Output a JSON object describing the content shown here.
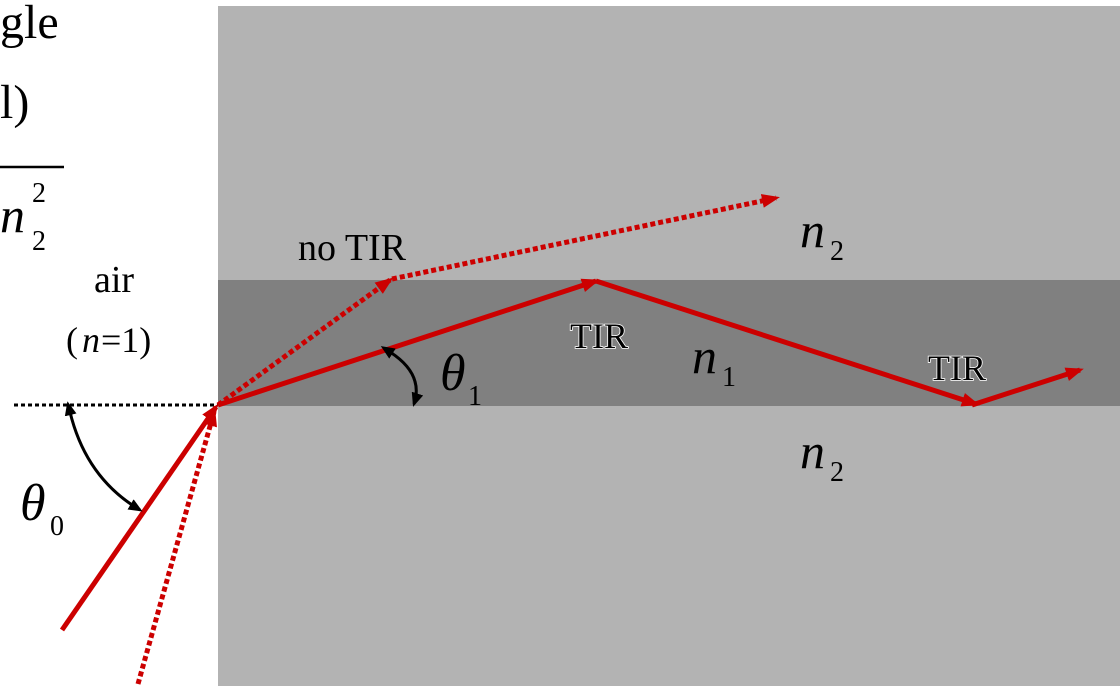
{
  "left_text": {
    "fragment_top": "gle",
    "fragment_paren": "l)",
    "fragment_n": "n",
    "fragment_n_sub": "2",
    "fragment_n_sup": "2"
  },
  "labels": {
    "no_tir": "no TIR",
    "air": "air",
    "air_index_open": "(",
    "air_index_var": "n",
    "air_index_rest": "=1)",
    "tir_1": "TIR",
    "tir_2": "TIR",
    "n1_symbol": "n",
    "n1_sub": "1",
    "n2_upper_symbol": "n",
    "n2_upper_sub": "2",
    "n2_lower_symbol": "n",
    "n2_lower_sub": "2",
    "theta0_symbol": "θ",
    "theta0_sub": "0",
    "theta1_symbol": "θ",
    "theta1_sub": "1"
  },
  "colors": {
    "cladding": "#b3b3b3",
    "core": "#808080",
    "ray": "#cc0000",
    "angle_arrow": "#000000",
    "normal_line": "#000000"
  },
  "icons": {
    "ray_arrowhead": "red-arrowhead",
    "angle_arrowhead": "black-arrowhead"
  }
}
